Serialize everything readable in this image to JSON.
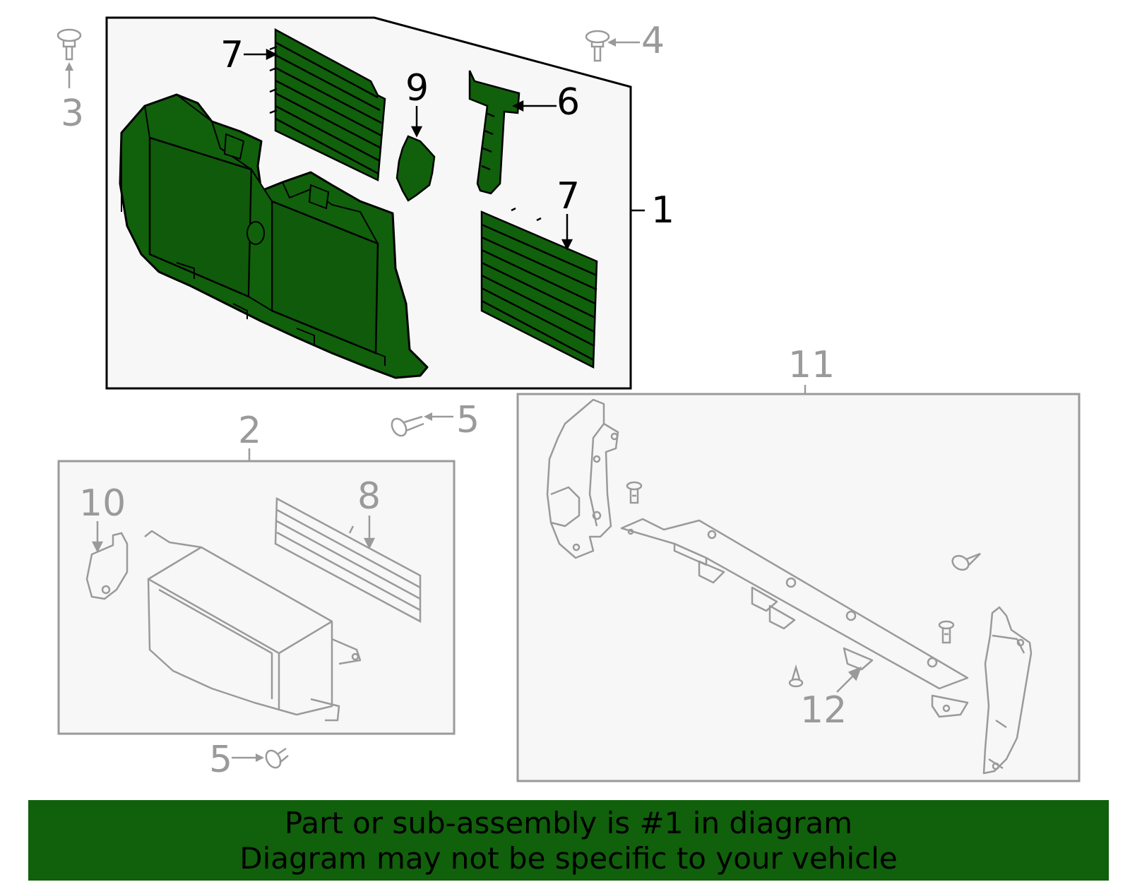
{
  "callouts": {
    "c1": "1",
    "c2": "2",
    "c3": "3",
    "c4": "4",
    "c5a": "5",
    "c5b": "5",
    "c6": "6",
    "c7a": "7",
    "c7b": "7",
    "c8": "8",
    "c9": "9",
    "c10": "10",
    "c11": "11",
    "c12": "12"
  },
  "banner": {
    "line1": "Part or sub-assembly is #1 in diagram",
    "line2": "Diagram may not be specific to your vehicle"
  },
  "colors": {
    "highlight_green": "#11600c",
    "outline_grey": "#9a9a9a",
    "panel_fill": "#f7f7f7"
  }
}
